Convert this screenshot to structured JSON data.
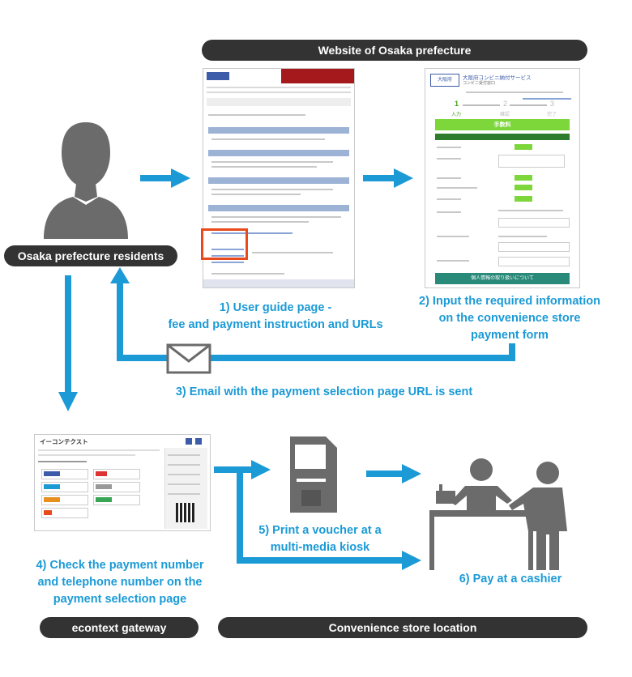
{
  "labels": {
    "website": "Website of Osaka prefecture",
    "residents": "Osaka prefecture residents",
    "gateway": "econtext gateway",
    "store": "Convenience store location"
  },
  "steps": {
    "s1": [
      "1) User guide page -",
      "fee and payment instruction and URLs"
    ],
    "s2": [
      "2) Input the required information",
      "on the convenience store",
      "payment form"
    ],
    "s3": "3) Email with the payment selection page URL is sent",
    "s4": [
      "4) Check the payment number",
      "and telephone number on the",
      "payment selection page"
    ],
    "s5": [
      "5) Print a voucher at a",
      "multi-media kiosk"
    ],
    "s6": "6) Pay at a cashier"
  },
  "form": {
    "logo": "大阪府",
    "title": "大阪府コンビニ納付サービス",
    "subtitle": "コンビニ受付窓口",
    "steps": [
      "1",
      "2",
      "3"
    ],
    "step_labels": [
      "入力",
      "確認",
      "完了"
    ],
    "fee_header": "手数料",
    "footer": "個人情報の取り扱いについて"
  },
  "econtext": {
    "title": "イーコンテクスト"
  },
  "colors": {
    "accent": "#1b9ad6",
    "pill": "#333333",
    "silhouette": "#6b6b6b",
    "highlight": "#e8491d"
  }
}
